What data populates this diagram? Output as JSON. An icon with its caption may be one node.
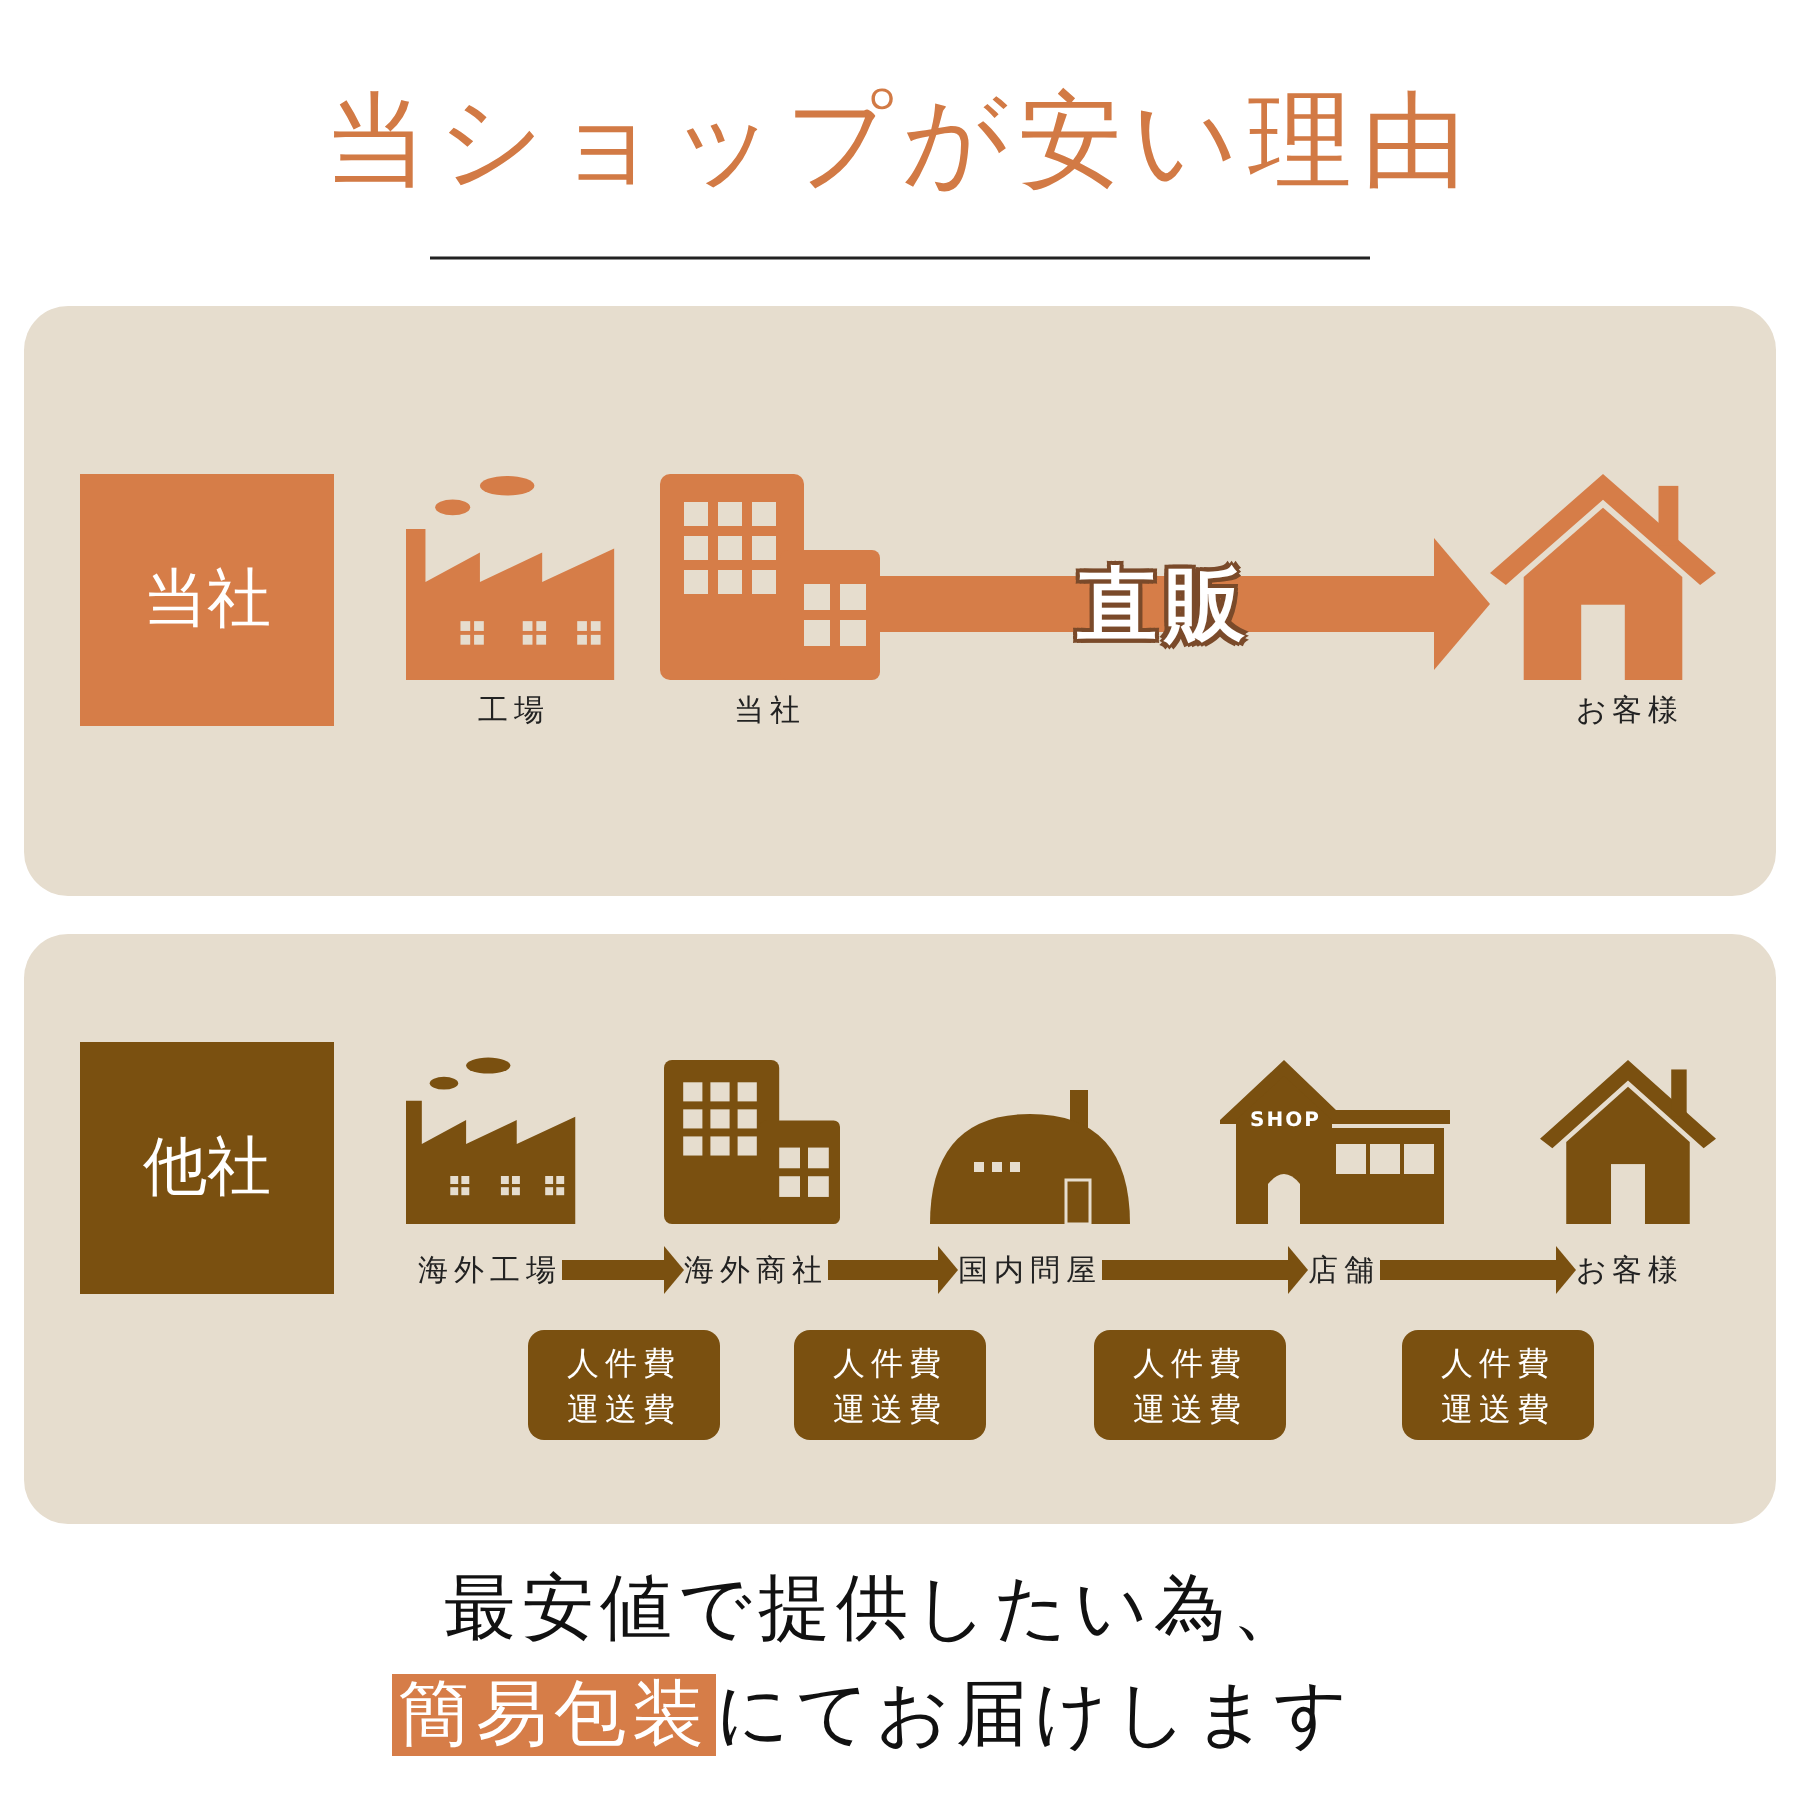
{
  "diagram": {
    "title": "当ショップが安い理由",
    "nodes": [
      {
        "text": [],
        "shape": "box"
      },
      {
        "text": [
          "当社"
        ],
        "in": 0
      },
      {
        "text": [],
        "shape": "picture",
        "beside": [
          "工場"
        ],
        "in": 0
      },
      {
        "text": [],
        "shape": "picture",
        "beside": [
          "当社"
        ],
        "in": 0
      },
      {
        "text": [],
        "shape": "picture",
        "beside": [
          "お客様"
        ],
        "in": 0
      },
      {
        "text": [],
        "shape": "box"
      },
      {
        "text": [
          "他社"
        ],
        "in": 5
      },
      {
        "text": [],
        "shape": "picture",
        "beside": [
          "海外工場"
        ],
        "in": 5
      },
      {
        "text": [],
        "shape": "picture",
        "beside": [
          "海外商社"
        ],
        "in": 5
      },
      {
        "text": [],
        "shape": "picture",
        "beside": [
          "国内問屋"
        ],
        "in": 5
      },
      {
        "text": [],
        "shape": "picture",
        "beside": [
          "店舗"
        ],
        "in": 5
      },
      {
        "text": [],
        "shape": "picture",
        "beside": [
          "お客様"
        ],
        "in": 5
      },
      {
        "text": [
          "人件費運送費"
        ],
        "in": 5
      },
      {
        "text": [
          "人件費運送費"
        ],
        "in": 5
      },
      {
        "text": [
          "人件費運送費"
        ],
        "in": 5
      },
      {
        "text": [
          "人件費運送費"
        ],
        "in": 5
      }
    ],
    "edges": [
      {
        "from": 3,
        "to": 4,
        "arrow": "to",
        "label": "直販",
        "style": "thick",
        "color": "#d67d48"
      },
      {
        "from": 7,
        "to": 8,
        "arrow": "to"
      },
      {
        "from": 8,
        "to": 9,
        "arrow": "to"
      },
      {
        "from": 9,
        "to": 10,
        "arrow": "to"
      },
      {
        "from": 10,
        "to": 11,
        "arrow": "to"
      }
    ],
    "labels": [
      "SHOP",
      "最安値で提供したい為、",
      "**簡易包装**にてお届けします"
    ]
  }
}
